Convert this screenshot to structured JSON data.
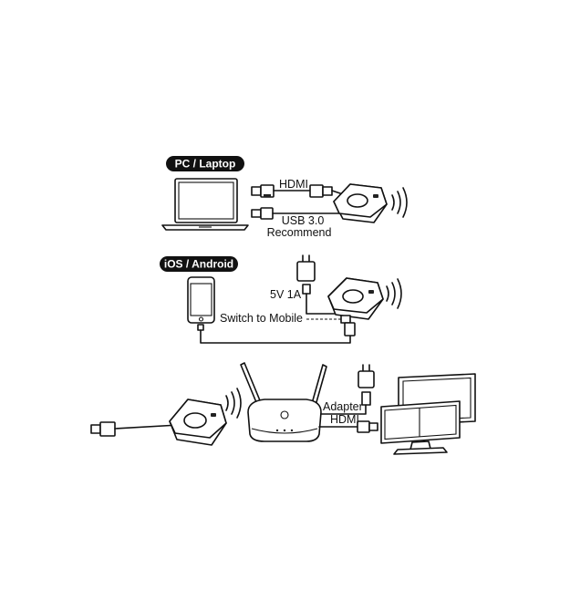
{
  "sections": {
    "pc": {
      "tag": "PC / Laptop",
      "hdmi": "HDMI",
      "usb_line1": "USB 3.0",
      "usb_line2": "Recommend"
    },
    "mobile": {
      "tag": "iOS / Android",
      "power": "5V 1A",
      "switch": "Switch to Mobile"
    },
    "receiver": {
      "adapter": "Adapter",
      "hdmi": "HDMI"
    }
  },
  "icons": [
    "laptop-icon",
    "transmitter-button-icon",
    "wifi-signal-icon",
    "power-adapter-icon",
    "phone-icon",
    "receiver-box-icon",
    "antenna-icon",
    "monitor-icon",
    "hdmi-plug-icon",
    "usb-plug-icon"
  ],
  "colors": {
    "line": "#111111",
    "tag_bg": "#111111",
    "tag_text": "#ffffff"
  }
}
